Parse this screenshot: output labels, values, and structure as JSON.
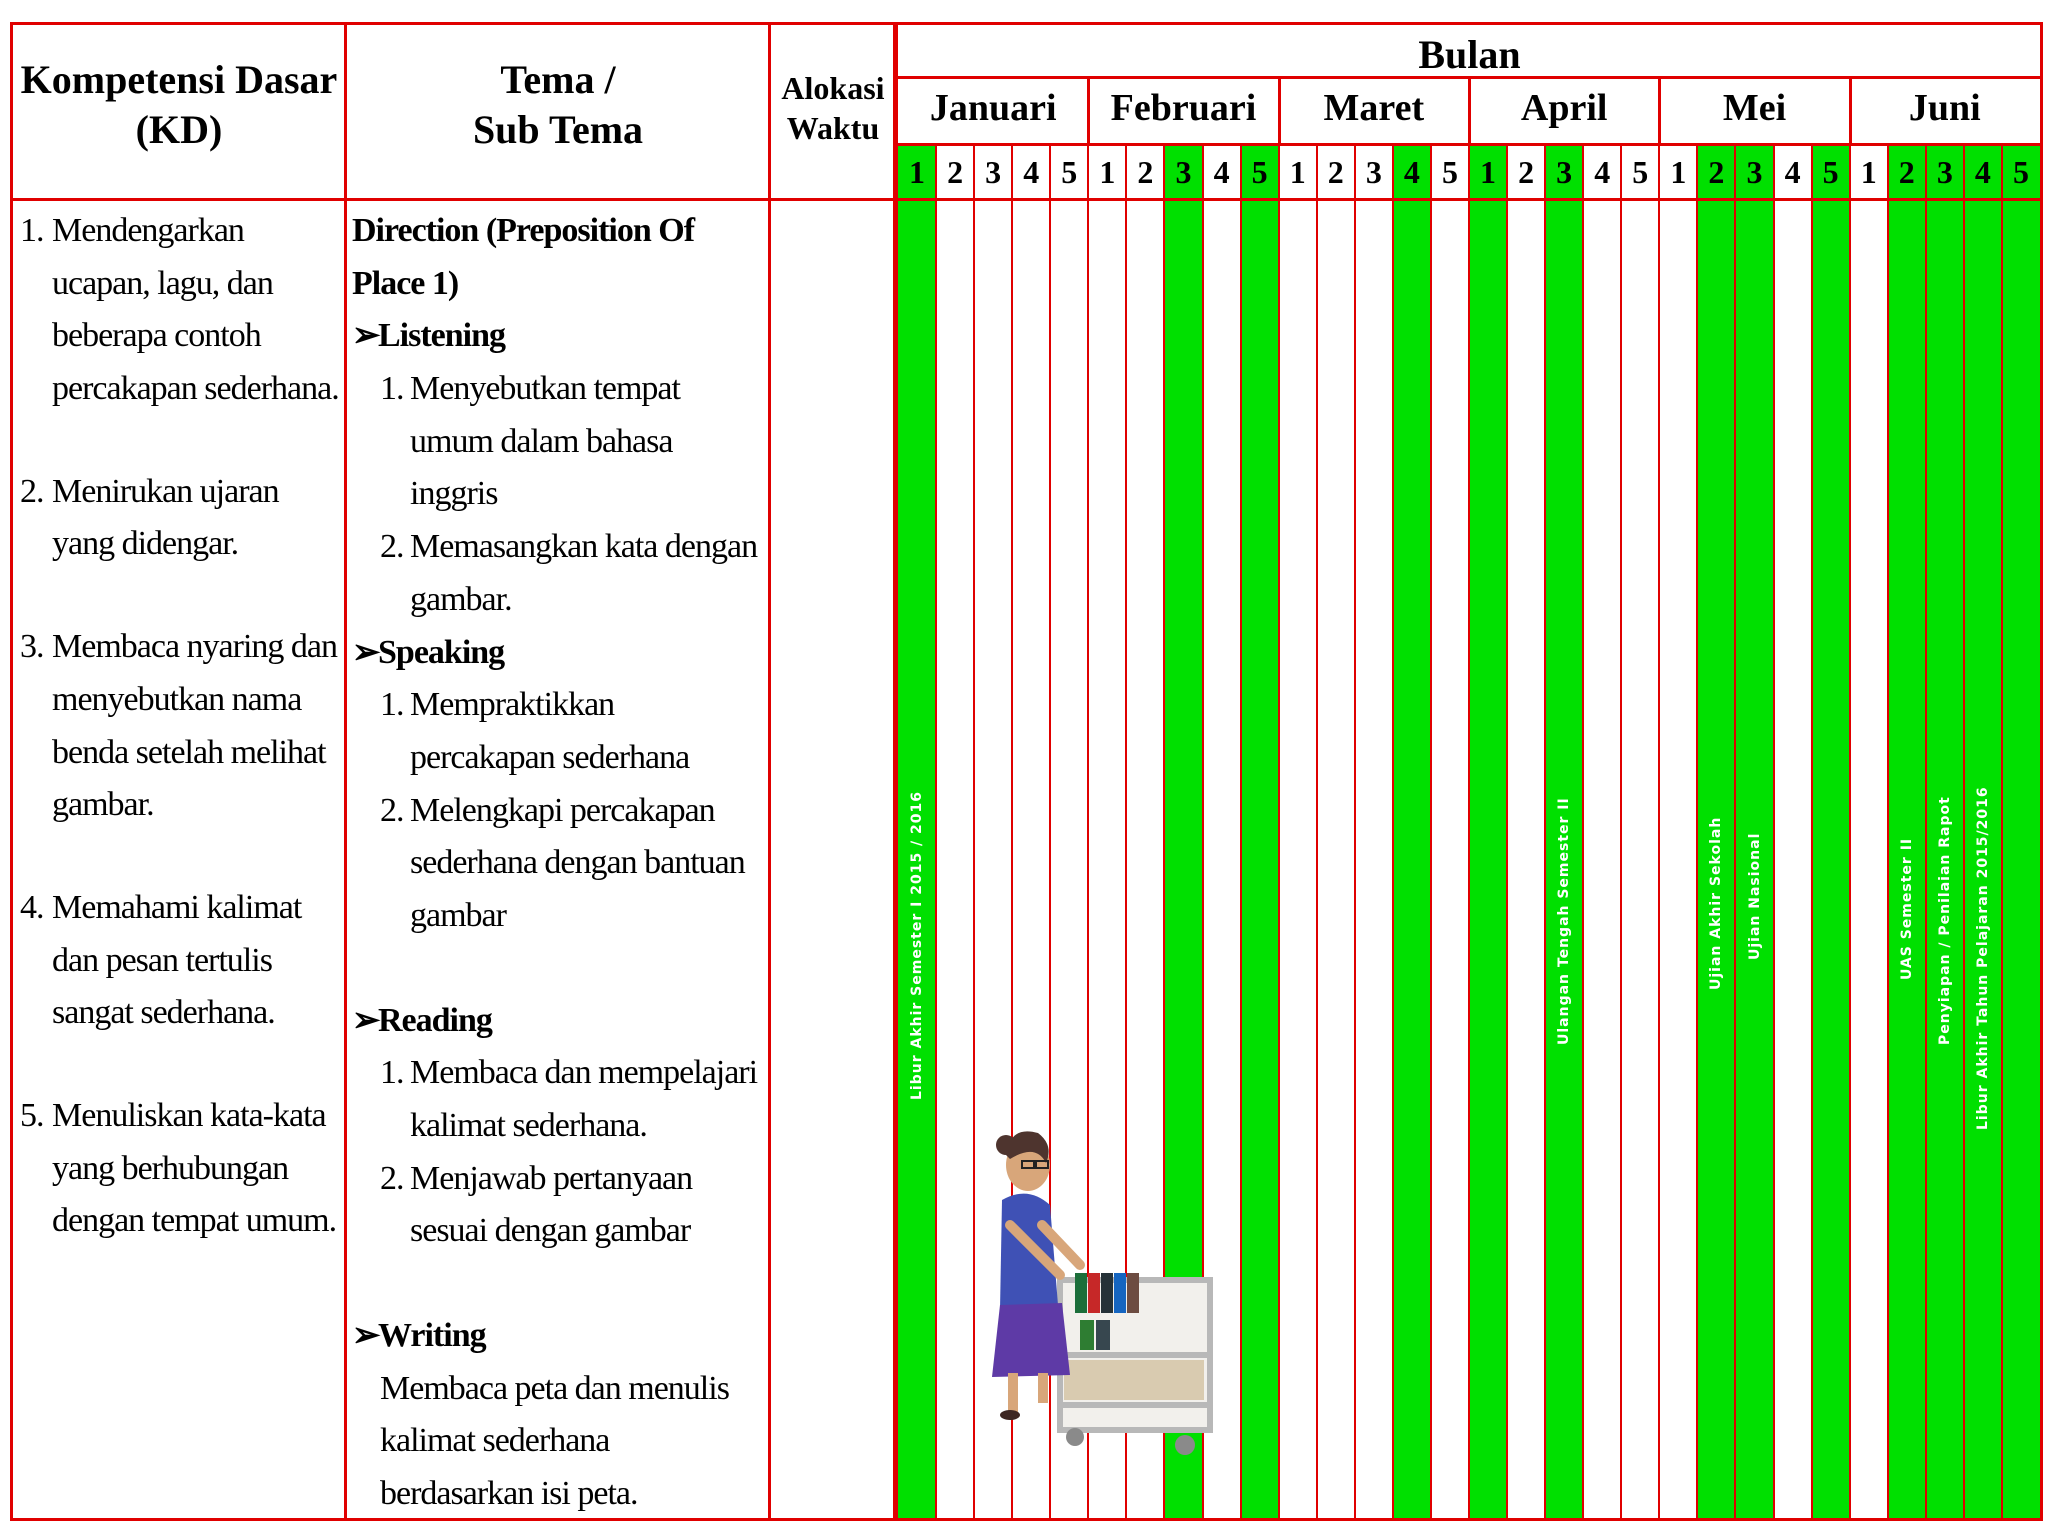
{
  "header": {
    "kd_line1": "Kompetensi Dasar",
    "kd_line2": "(KD)",
    "tema_line1": "Tema /",
    "tema_line2": "Sub Tema",
    "alokasi_line1": "Alokasi",
    "alokasi_line2": "Waktu",
    "bulan": "Bulan"
  },
  "months": [
    {
      "name": "Januari",
      "weeks": [
        "1",
        "2",
        "3",
        "4",
        "5"
      ],
      "green": [
        true,
        false,
        false,
        false,
        false
      ]
    },
    {
      "name": "Februari",
      "weeks": [
        "1",
        "2",
        "3",
        "4",
        "5"
      ],
      "green": [
        false,
        false,
        true,
        false,
        true
      ]
    },
    {
      "name": "Maret",
      "weeks": [
        "1",
        "2",
        "3",
        "4",
        "5"
      ],
      "green": [
        false,
        false,
        false,
        true,
        false
      ]
    },
    {
      "name": "April",
      "weeks": [
        "1",
        "2",
        "3",
        "4",
        "5"
      ],
      "green": [
        true,
        false,
        true,
        false,
        false
      ]
    },
    {
      "name": "Mei",
      "weeks": [
        "1",
        "2",
        "3",
        "4",
        "5"
      ],
      "green": [
        false,
        true,
        true,
        false,
        true
      ]
    },
    {
      "name": "Juni",
      "weeks": [
        "1",
        "2",
        "3",
        "4",
        "5"
      ],
      "green": [
        false,
        true,
        true,
        true,
        true
      ]
    }
  ],
  "kd": [
    {
      "num": "1.",
      "text": "Mendengarkan ucapan, lagu, dan beberapa contoh percakapan sederhana."
    },
    {
      "num": "2.",
      "text": "Menirukan ujaran yang didengar."
    },
    {
      "num": "3.",
      "text": "Membaca nyaring dan menyebutkan nama benda setelah melihat gambar."
    },
    {
      "num": "4.",
      "text": "Memahami kalimat dan pesan tertulis sangat sederhana."
    },
    {
      "num": "5.",
      "text": "Menuliskan kata-kata yang berhubungan dengan tempat umum."
    }
  ],
  "tema": {
    "title": "Direction (Preposition Of Place 1)",
    "listening": {
      "label": "Listening",
      "items": [
        {
          "n": "1.",
          "t": "Menyebutkan tempat umum dalam bahasa inggris"
        },
        {
          "n": "2.",
          "t": "Memasangkan kata dengan gambar."
        }
      ]
    },
    "speaking": {
      "label": "Speaking",
      "items": [
        {
          "n": "1.",
          "t": "Mempraktikkan percakapan sederhana"
        },
        {
          "n": "2.",
          "t": "Melengkapi percakapan sederhana dengan bantuan gambar"
        }
      ]
    },
    "reading": {
      "label": "Reading",
      "items": [
        {
          "n": "1.",
          "t": "Membaca dan mempelajari kalimat sederhana."
        },
        {
          "n": "2.",
          "t": "Menjawab pertanyaan sesuai dengan gambar"
        }
      ]
    },
    "writing": {
      "label": "Writing",
      "text": "Membaca peta dan menulis kalimat sederhana berdasarkan isi peta."
    }
  },
  "vertical_notes": [
    {
      "text": "Libur Akhir Semester I 2015 / 2016"
    },
    {
      "text": "Ulangan Tengah Semester II"
    },
    {
      "text": "Ujian Akhir Sekolah"
    },
    {
      "text": "Ujian Nasional"
    },
    {
      "text": "UAS Semester II"
    },
    {
      "text": "Penyiapan / Penilaian Rapot"
    },
    {
      "text": "Libur Akhir Tahun Pelajaran 2015/2016"
    }
  ],
  "colors": {
    "grid": "#e00000",
    "highlight": "#00e000"
  },
  "illustration": {
    "icon": "teacher-with-book-cart-icon"
  }
}
